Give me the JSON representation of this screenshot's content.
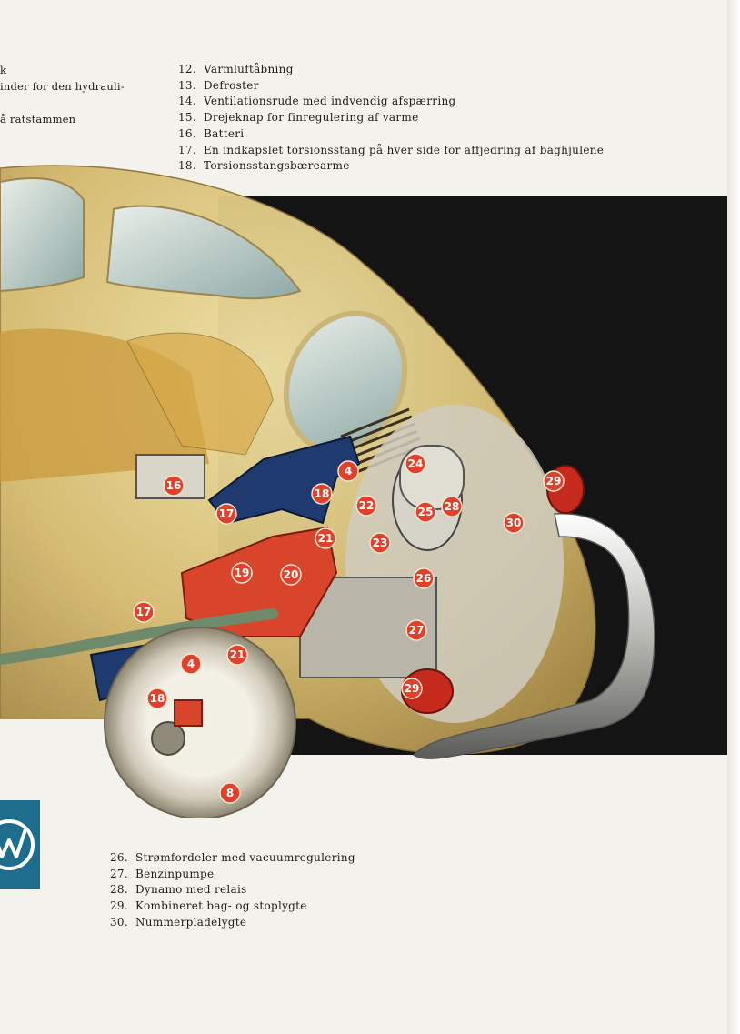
{
  "left_column": [
    "k",
    "inder for den hydrauli-",
    "å ratstammen"
  ],
  "legend_top": [
    {
      "num": "12.",
      "text": "Varmluftåbning"
    },
    {
      "num": "13.",
      "text": "Defroster"
    },
    {
      "num": "14.",
      "text": "Ventilationsrude med indvendig afspærring"
    },
    {
      "num": "15.",
      "text": "Drejeknap for finregulering af varme"
    },
    {
      "num": "16.",
      "text": "Batteri"
    },
    {
      "num": "17.",
      "text": "En indkapslet torsionsstang på hver side for affjedring af baghjulene"
    },
    {
      "num": "18.",
      "text": "Torsionsstangsbærearme"
    }
  ],
  "legend_bottom": [
    {
      "num": "26.",
      "text": "Strømfordeler med vacuumregulering"
    },
    {
      "num": "27.",
      "text": "Benzinpumpe"
    },
    {
      "num": "28.",
      "text": "Dynamo med relais"
    },
    {
      "num": "29.",
      "text": "Kombineret bag- og stoplygte"
    },
    {
      "num": "30.",
      "text": "Nummerpladelygte"
    }
  ],
  "markers": [
    "4",
    "8",
    "16",
    "17",
    "17",
    "18",
    "18",
    "19",
    "20",
    "21",
    "21",
    "22",
    "23",
    "24",
    "25",
    "26",
    "27",
    "28",
    "29",
    "29",
    "30",
    "4"
  ],
  "colors": {
    "background": "#f4f2ec",
    "backdrop": "#141414",
    "body": "#d9c27a",
    "chassis": "#1f3a6e",
    "engine_red": "#d8452a",
    "marker": "#e0412b",
    "badge": "#1f6d8c"
  },
  "icons": {
    "logo": "vw-logo-icon"
  }
}
